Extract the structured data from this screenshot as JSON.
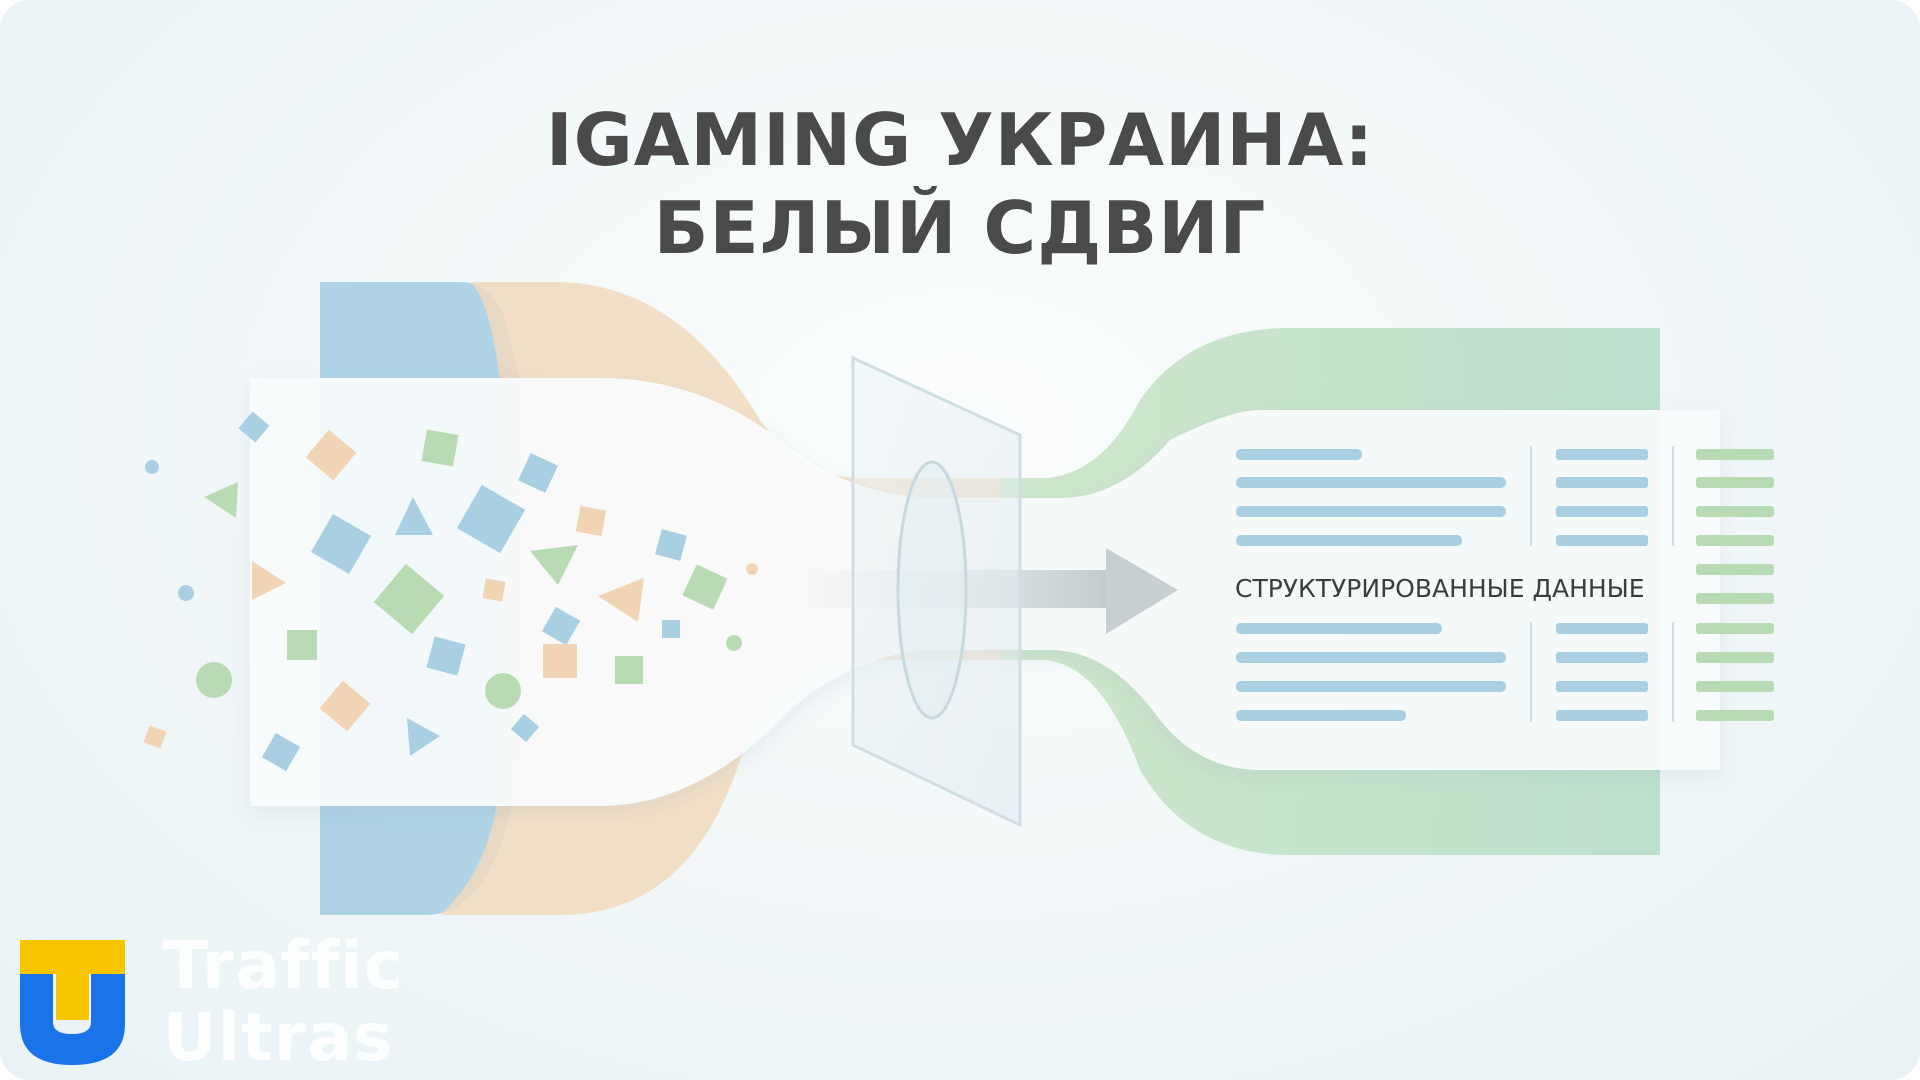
{
  "title": {
    "line1": "IGAMING УКРАИНА:",
    "line2": "БЕЛЫЙ СДВИГ"
  },
  "diagram": {
    "output_label": "СТРУКТУРИРОВАННЫЕ ДАННЫЕ"
  },
  "brand": {
    "line1": "Traffic",
    "line2": "Ultras",
    "logo_icon": "traffic-ultras-logo-icon"
  },
  "colors": {
    "blue": "#a9cfe3",
    "peach": "#f1d4b4",
    "green": "#b8dcbc",
    "title": "#4a4a4a",
    "logo_yellow": "#f7c600",
    "logo_blue": "#1a73e8"
  }
}
